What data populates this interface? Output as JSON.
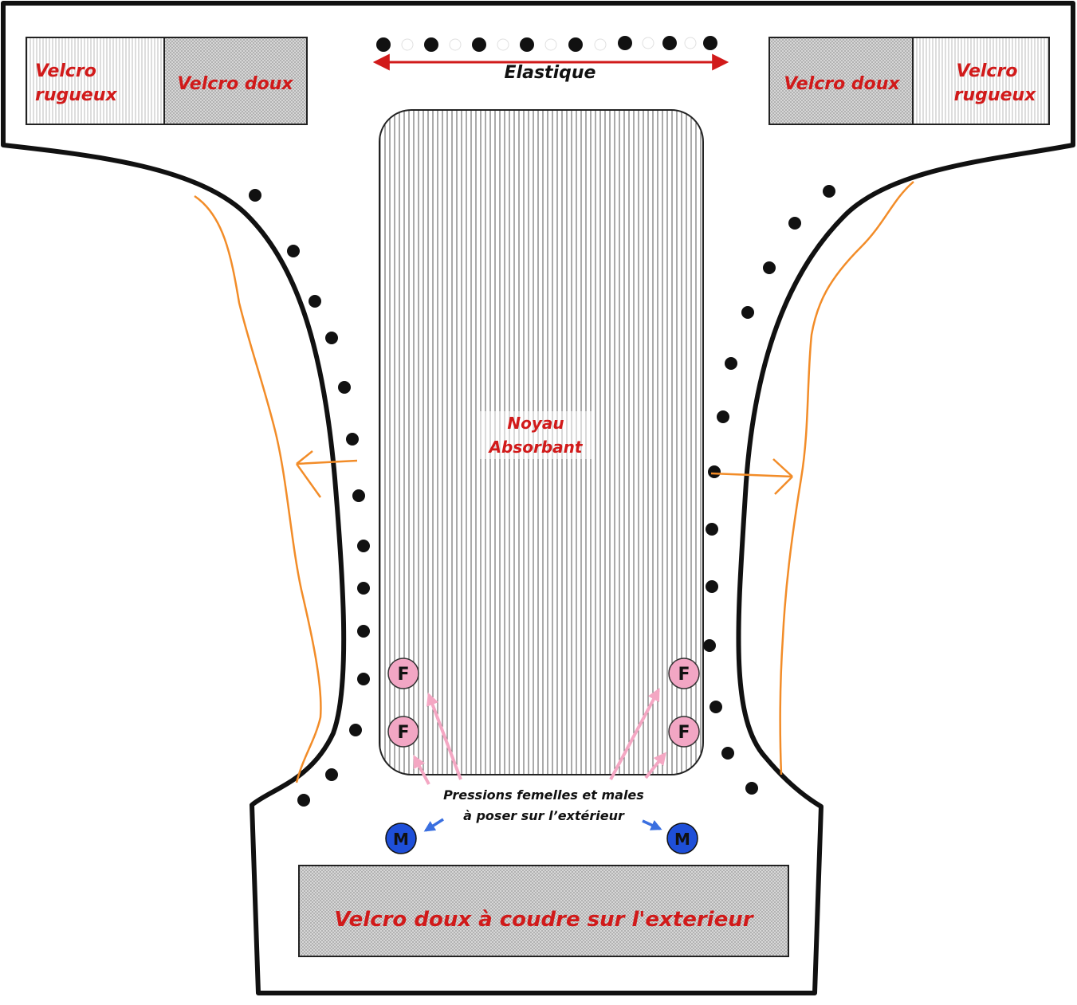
{
  "labels": {
    "elastic": "Elastique",
    "velcro_rough_line1": "Velcro",
    "velcro_rough_line2": "rugueux",
    "velcro_soft": "Velcro doux",
    "core_line1": "Noyau",
    "core_line2": "Absorbant",
    "snaps_line1": "Pressions femelles et males",
    "snaps_line2": "à poser sur l’extérieur",
    "bottom_velcro": "Velcro doux à coudre sur l'exterieur",
    "female_snap": "F",
    "male_snap": "M"
  },
  "colors": {
    "outline": "#111111",
    "label_red": "#d11a1a",
    "orange_seam": "#f28c28",
    "female_snap": "#f2a6c4",
    "male_snap": "#1e4fd8",
    "pink_arrow": "#f4a7c3",
    "blue_arrow": "#3a6fe0"
  }
}
